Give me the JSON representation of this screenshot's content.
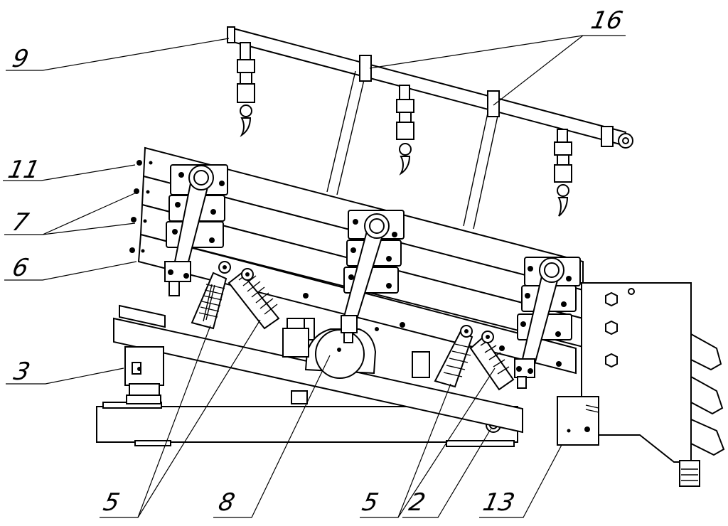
{
  "figure": {
    "callouts": [
      {
        "id": "c9",
        "text": "9"
      },
      {
        "id": "c16",
        "text": "16"
      },
      {
        "id": "c11",
        "text": "11"
      },
      {
        "id": "c7",
        "text": "7"
      },
      {
        "id": "c6",
        "text": "6"
      },
      {
        "id": "c3",
        "text": "3"
      },
      {
        "id": "c5a",
        "text": "5"
      },
      {
        "id": "c8",
        "text": "8"
      },
      {
        "id": "c5b",
        "text": "5"
      },
      {
        "id": "c2",
        "text": "2"
      },
      {
        "id": "c13",
        "text": "13"
      }
    ]
  }
}
